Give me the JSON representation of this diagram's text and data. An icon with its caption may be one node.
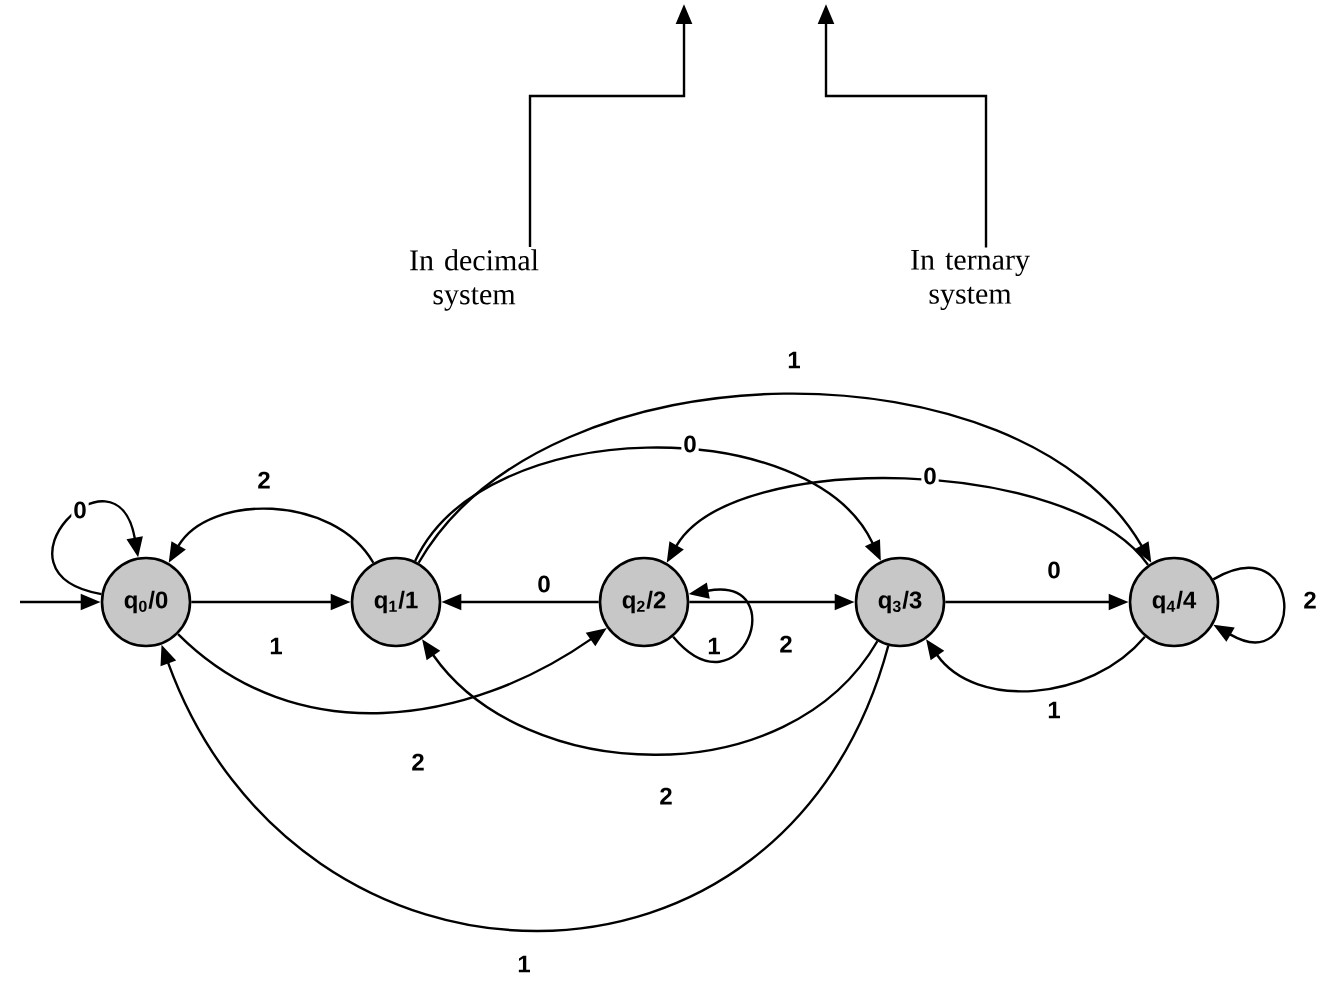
{
  "diagram": {
    "nodes": [
      {
        "text": [
          "q$_{0}$/0"
        ]
      },
      {
        "text": [
          "q$_{1}$/1"
        ]
      },
      {
        "text": [
          "q$_{2}$/2"
        ]
      },
      {
        "text": [
          "q$_{3}$/3"
        ]
      },
      {
        "text": [
          "q$_{4}$/4"
        ]
      },
      {
        "text": [
          "In decimal system"
        ]
      },
      {
        "text": [
          "In ternary system"
        ]
      }
    ],
    "edges": [
      {
        "from": null,
        "to": 0,
        "arrow": "to"
      },
      {
        "from": 0,
        "to": 0,
        "arrow": "to",
        "label": "0"
      },
      {
        "from": 0,
        "to": 1,
        "arrow": "to",
        "label": "1"
      },
      {
        "from": 1,
        "to": 0,
        "arrow": "to",
        "label": "2"
      },
      {
        "from": 1,
        "to": 3,
        "arrow": "to",
        "label": "0"
      },
      {
        "from": 1,
        "to": 4,
        "arrow": "to",
        "label": "1"
      },
      {
        "from": 2,
        "to": 1,
        "arrow": "to",
        "label": "0"
      },
      {
        "from": 2,
        "to": 2,
        "arrow": "to",
        "label": "1"
      },
      {
        "from": 2,
        "to": 3,
        "arrow": "to",
        "label": "2"
      },
      {
        "from": 4,
        "to": 2,
        "arrow": "to",
        "label": "0"
      },
      {
        "from": 0,
        "to": 2,
        "arrow": "to",
        "label": "2"
      },
      {
        "from": 3,
        "to": 1,
        "arrow": "to",
        "label": "2"
      },
      {
        "from": 3,
        "to": 0,
        "arrow": "to",
        "label": "1"
      },
      {
        "from": 3,
        "to": 4,
        "arrow": "to",
        "label": "0"
      },
      {
        "from": 4,
        "to": 3,
        "arrow": "to",
        "label": "1"
      },
      {
        "from": 4,
        "to": 4,
        "arrow": "to",
        "label": "2"
      },
      {
        "from": 5,
        "to": null,
        "arrow": "to"
      },
      {
        "from": 6,
        "to": null,
        "arrow": "to"
      }
    ]
  }
}
